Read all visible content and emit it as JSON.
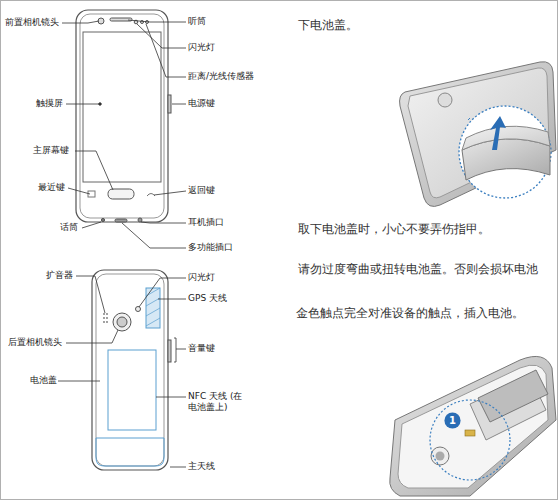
{
  "diagram": {
    "nodes": [
      {
        "text": [
          "1"
        ]
      }
    ],
    "labels": [
      "前置相机镜头",
      "听筒",
      "闪光灯",
      "距离/光线传感器",
      "触摸屏",
      "电源键",
      "主屏幕键",
      "最近键",
      "返回键",
      "话筒",
      "耳机插口",
      "多功能插口",
      "扩音器",
      "闪光灯",
      "GPS 天线",
      "后置相机镜头",
      "音量键",
      "电池盖",
      "NFC 天线 (在电池盖上)",
      "主天线",
      "下电池盖。",
      "取下电池盖时，小心不要弄伤指甲。",
      "请勿过度弯曲或扭转电池盖。否则会损坏电池",
      "金色触点完全对准设备的触点，插入电池。"
    ]
  }
}
